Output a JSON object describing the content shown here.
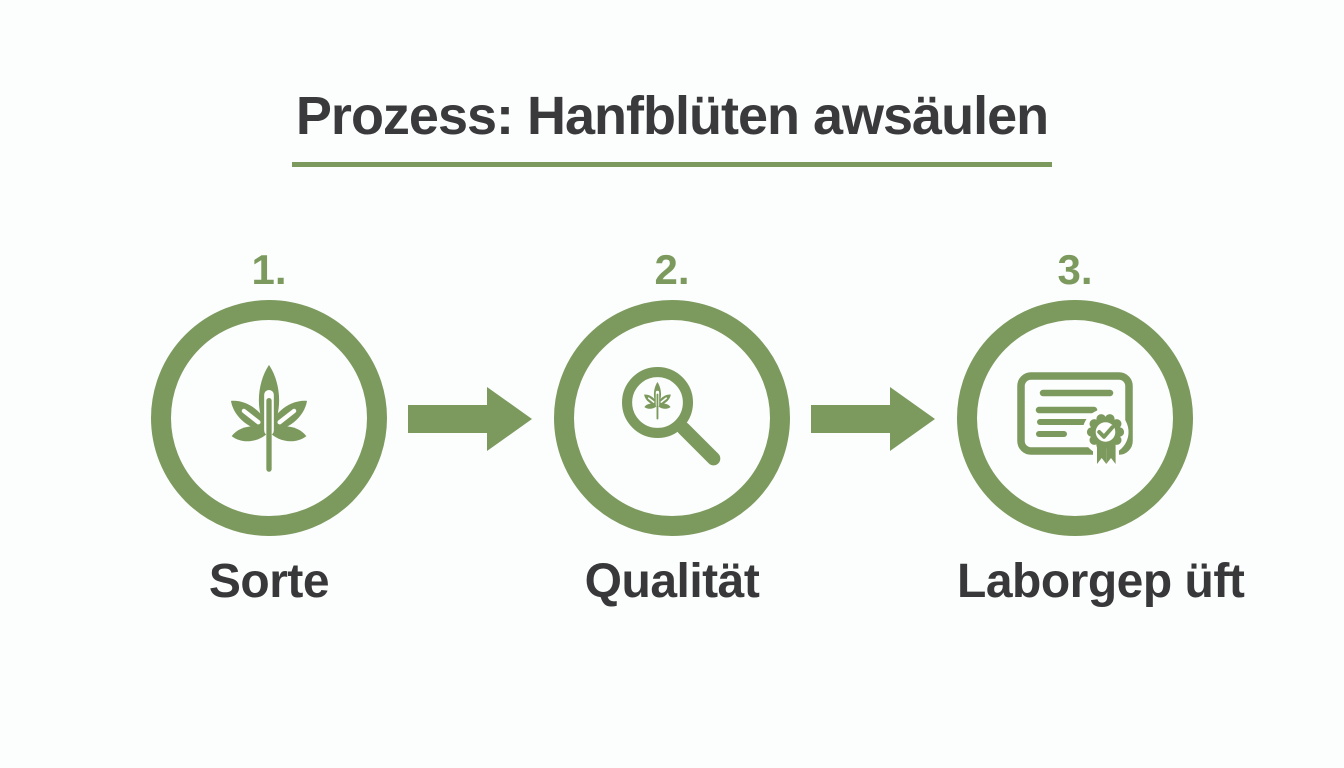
{
  "title": {
    "text": "Prozess: Hanfblüten awsäulen"
  },
  "colors": {
    "accent_green": "#7c9a5e",
    "title_text": "#3a3a3c",
    "label_text": "#38383a",
    "background": "#fcfdfd"
  },
  "steps": [
    {
      "number": "1.",
      "label": "Sorte",
      "icon": "hemp-leaf-icon"
    },
    {
      "number": "2.",
      "label": "Qualität",
      "icon": "magnifier-leaf-icon"
    },
    {
      "number": "3.",
      "label": "Laborgep üft",
      "icon": "certificate-check-icon"
    }
  ],
  "connectors": [
    {
      "icon": "arrow-right-icon"
    },
    {
      "icon": "arrow-right-icon"
    }
  ]
}
